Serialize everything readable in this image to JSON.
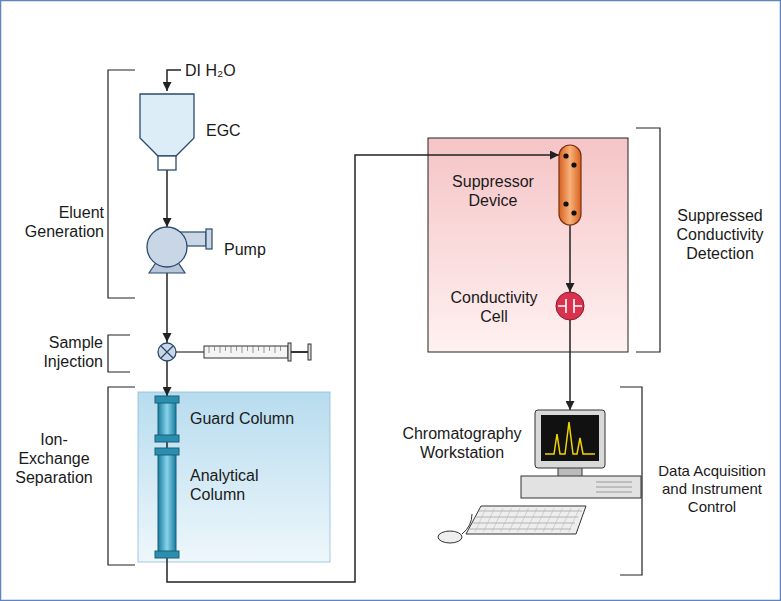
{
  "diagram": {
    "nodes": [
      {
        "text": [
          "EGC"
        ]
      },
      {
        "text": [
          "Pump"
        ]
      },
      {
        "text": [
          "Guard Column"
        ]
      },
      {
        "text": [
          "Analytical Column"
        ]
      },
      {
        "text": [
          "Suppressor Device"
        ]
      },
      {
        "text": [
          "Conductivity Cell"
        ]
      },
      {
        "text": [
          "Chromatography Workstation"
        ]
      }
    ],
    "edges": [
      {
        "from": 0,
        "to": 1,
        "arrow": "to"
      },
      {
        "from": 1,
        "to": 2,
        "arrow": "to"
      },
      {
        "from": 2,
        "to": 3,
        "arrow": "none"
      },
      {
        "from": 3,
        "to": 4,
        "arrow": "to"
      },
      {
        "from": 4,
        "to": 5,
        "arrow": "to"
      },
      {
        "from": 5,
        "to": 6,
        "arrow": "to"
      }
    ],
    "labels": [
      "DI H₂O",
      "Eluent Generation",
      "Sample Injection",
      "Ion-Exchange Separation",
      "Suppressed Conductivity Detection",
      "Data Acquisition and Instrument Control"
    ]
  }
}
